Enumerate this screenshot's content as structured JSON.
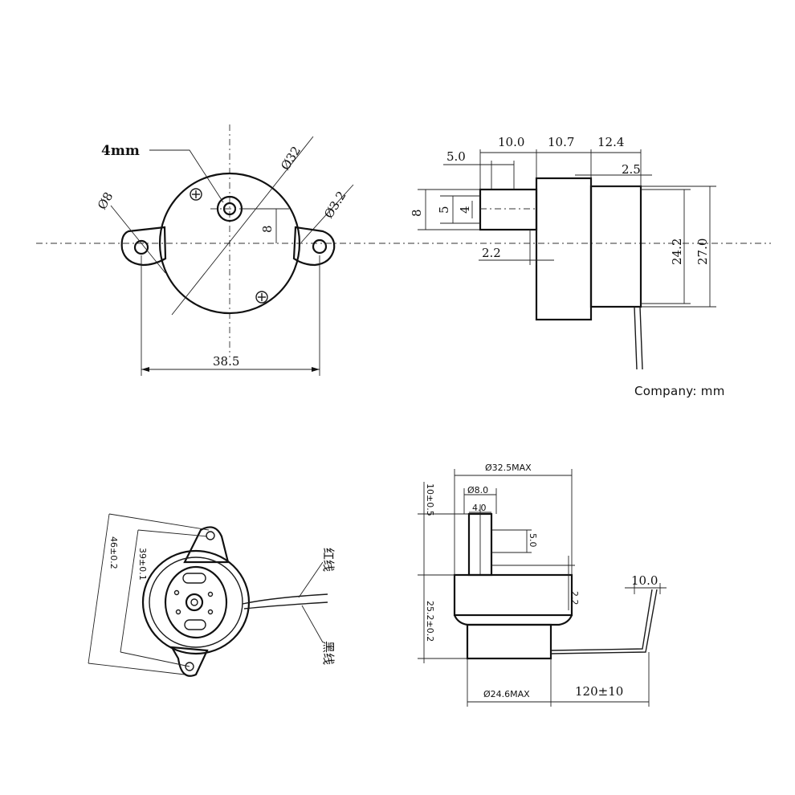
{
  "unit_note": "Company: mm",
  "front_view": {
    "shaft_flat": "4mm",
    "mount_hole": "Ø8",
    "body_diameter": "Ø32",
    "screw_hole": "Ø3.2",
    "shaft_offset": "8",
    "mount_span": "38.5"
  },
  "side_view": {
    "shaft_length": "10.0",
    "body_depth": "10.7",
    "cap_depth": "12.4",
    "shaft_flat_len": "5.0",
    "cap_step": "2.5",
    "shaft_dia": "8",
    "flat_width": "5",
    "flat_thickness": "4",
    "boss": "2.2",
    "cap_dia": "24.2",
    "body_height": "27.0"
  },
  "iso_view": {
    "overall_len": "46±0.2",
    "hole_pitch": "39±0.1",
    "wire_red": "红线",
    "wire_black": "黑线"
  },
  "section_view": {
    "max_dia": "Ø32.5MAX",
    "shaft_dia": "Ø8.0",
    "flat": "4.0",
    "flat_len": "5.0",
    "shaft_height": "10±0.5",
    "boss": "2.2",
    "body_height": "25.2±0.2",
    "cap_dia": "Ø24.6MAX",
    "lead_len": "120±10",
    "strip_len": "10.0"
  }
}
